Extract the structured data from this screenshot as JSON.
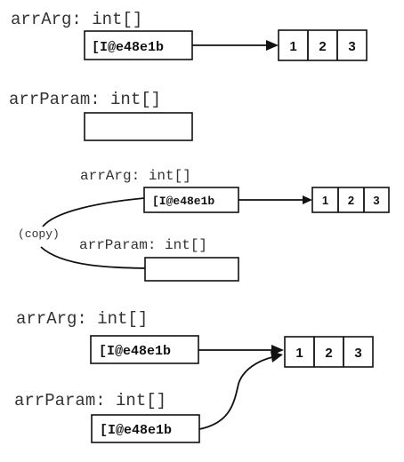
{
  "panels": [
    {
      "arr_arg_label": "arrArg: int[]",
      "arr_arg_ref": "[I@e48e1b",
      "array_values": [
        "1",
        "2",
        "3"
      ]
    },
    {
      "arr_param_label": "arrParam: int[]",
      "arr_param_ref": ""
    },
    {
      "arr_arg_label": "arrArg: int[]",
      "arr_arg_ref": "[I@e48e1b",
      "array_values": [
        "1",
        "2",
        "3"
      ],
      "copy_label": "(copy)",
      "arr_param_label": "arrParam: int[]",
      "arr_param_ref": ""
    },
    {
      "arr_arg_label": "arrArg: int[]",
      "arr_arg_ref": "[I@e48e1b",
      "array_values": [
        "1",
        "2",
        "3"
      ],
      "arr_param_label": "arrParam: int[]",
      "arr_param_ref": "[I@e48e1b"
    }
  ]
}
